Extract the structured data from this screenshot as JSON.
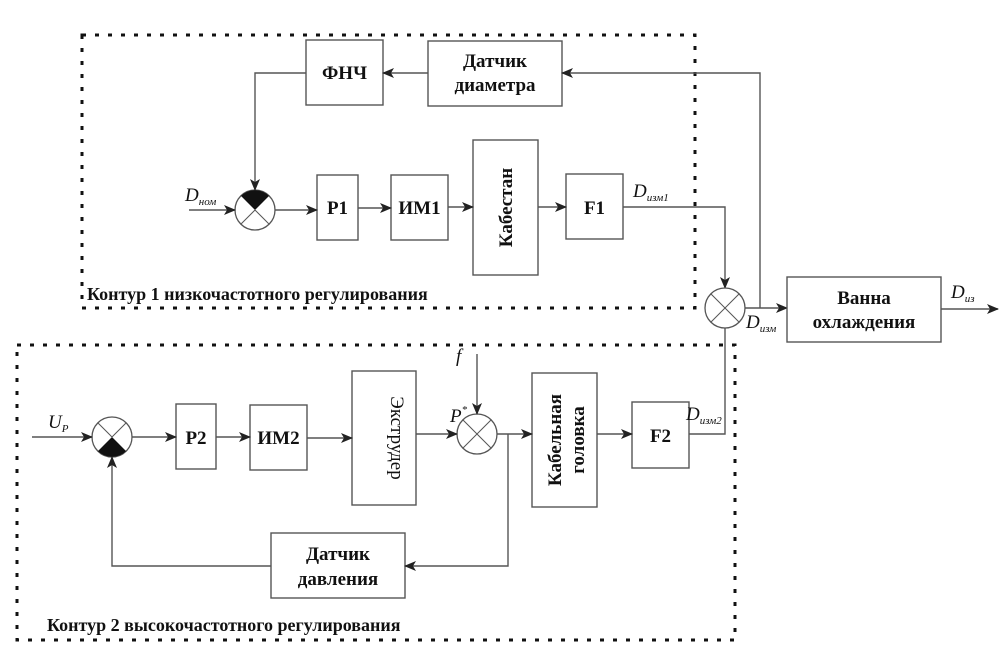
{
  "diagram": {
    "contour1": {
      "caption": "Контур 1 низкочастотного регулирования"
    },
    "contour2": {
      "caption": "Контур 2 высокочастотного регулирования"
    },
    "blocks": {
      "lpf": "ФНЧ",
      "diam_sensor_l1": "Датчик",
      "diam_sensor_l2": "диаметра",
      "p1": "Р1",
      "im1": "ИМ1",
      "capstan": "Кабестан",
      "f1": "F1",
      "bath_l1": "Ванна",
      "bath_l2": "охлаждения",
      "p2": "Р2",
      "im2": "ИМ2",
      "extruder": "Экструдер",
      "head_l1": "Кабельная",
      "head_l2": "головка",
      "f2": "F2",
      "press_sensor_l1": "Датчик",
      "press_sensor_l2": "давления"
    },
    "signals": {
      "d_nom": "D",
      "d_nom_sub": "ном",
      "d_izm1": "D",
      "d_izm1_sub": "изм1",
      "d_izm": "D",
      "d_izm_sub": "изм",
      "d_iz": "D",
      "d_iz_sub": "из",
      "u_p": "U",
      "u_p_sub": "P",
      "p_star": "P",
      "p_star_sup": "*",
      "f": "f",
      "d_izm2": "D",
      "d_izm2_sub": "изм2"
    }
  }
}
